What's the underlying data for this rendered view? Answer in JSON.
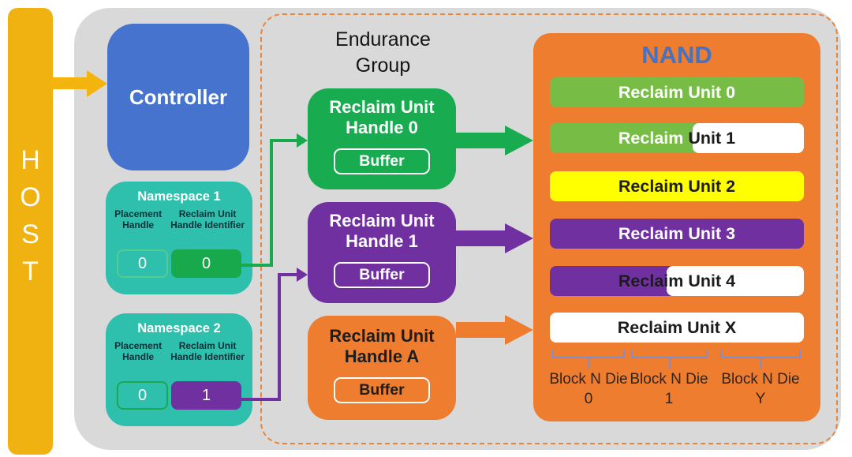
{
  "colors": {
    "host_yellow": "#EFB211",
    "panel_gray": "#D9D9D9",
    "controller_blue": "#4573CE",
    "namespace_teal": "#2FBFAD",
    "green": "#18AB4F",
    "nand_row_green": "#77BD45",
    "purple": "#7030A0",
    "orange": "#EE7D30",
    "reclaim_unit_2_yellow": "#FFFF00",
    "nand_title_blue": "#4472C4",
    "bracket_blue": "#7C8FD0",
    "endurance_dash_orange": "#E8853B"
  },
  "host": {
    "letters": [
      "H",
      "O",
      "S",
      "T"
    ]
  },
  "controller": {
    "label": "Controller"
  },
  "namespaces": [
    {
      "title": "Namespace 1",
      "placement_header": "Placement Handle",
      "identifier_header": "Reclaim Unit Handle Identifier",
      "placement_value": "0",
      "identifier_value": "0"
    },
    {
      "title": "Namespace 2",
      "placement_header": "Placement Handle",
      "identifier_header": "Reclaim Unit Handle Identifier",
      "placement_value": "0",
      "identifier_value": "1"
    }
  ],
  "endurance_group": {
    "title": "Endurance Group",
    "handles": [
      {
        "title": "Reclaim Unit Handle 0",
        "buffer_label": "Buffer"
      },
      {
        "title": "Reclaim Unit Handle 1",
        "buffer_label": "Buffer"
      },
      {
        "title": "Reclaim Unit Handle A",
        "buffer_label": "Buffer"
      }
    ]
  },
  "nand": {
    "title": "NAND",
    "rows": [
      {
        "label": "Reclaim Unit 0"
      },
      {
        "label_on_fill": "Reclaim",
        "label_on_white": " Unit 1"
      },
      {
        "label": "Reclaim Unit 2"
      },
      {
        "label": "Reclaim Unit 3"
      },
      {
        "label": "Reclaim Unit 4"
      },
      {
        "label": "Reclaim Unit X"
      }
    ],
    "block_labels": [
      "Block N Die 0",
      "Block N Die 1",
      "Block N Die Y"
    ]
  }
}
